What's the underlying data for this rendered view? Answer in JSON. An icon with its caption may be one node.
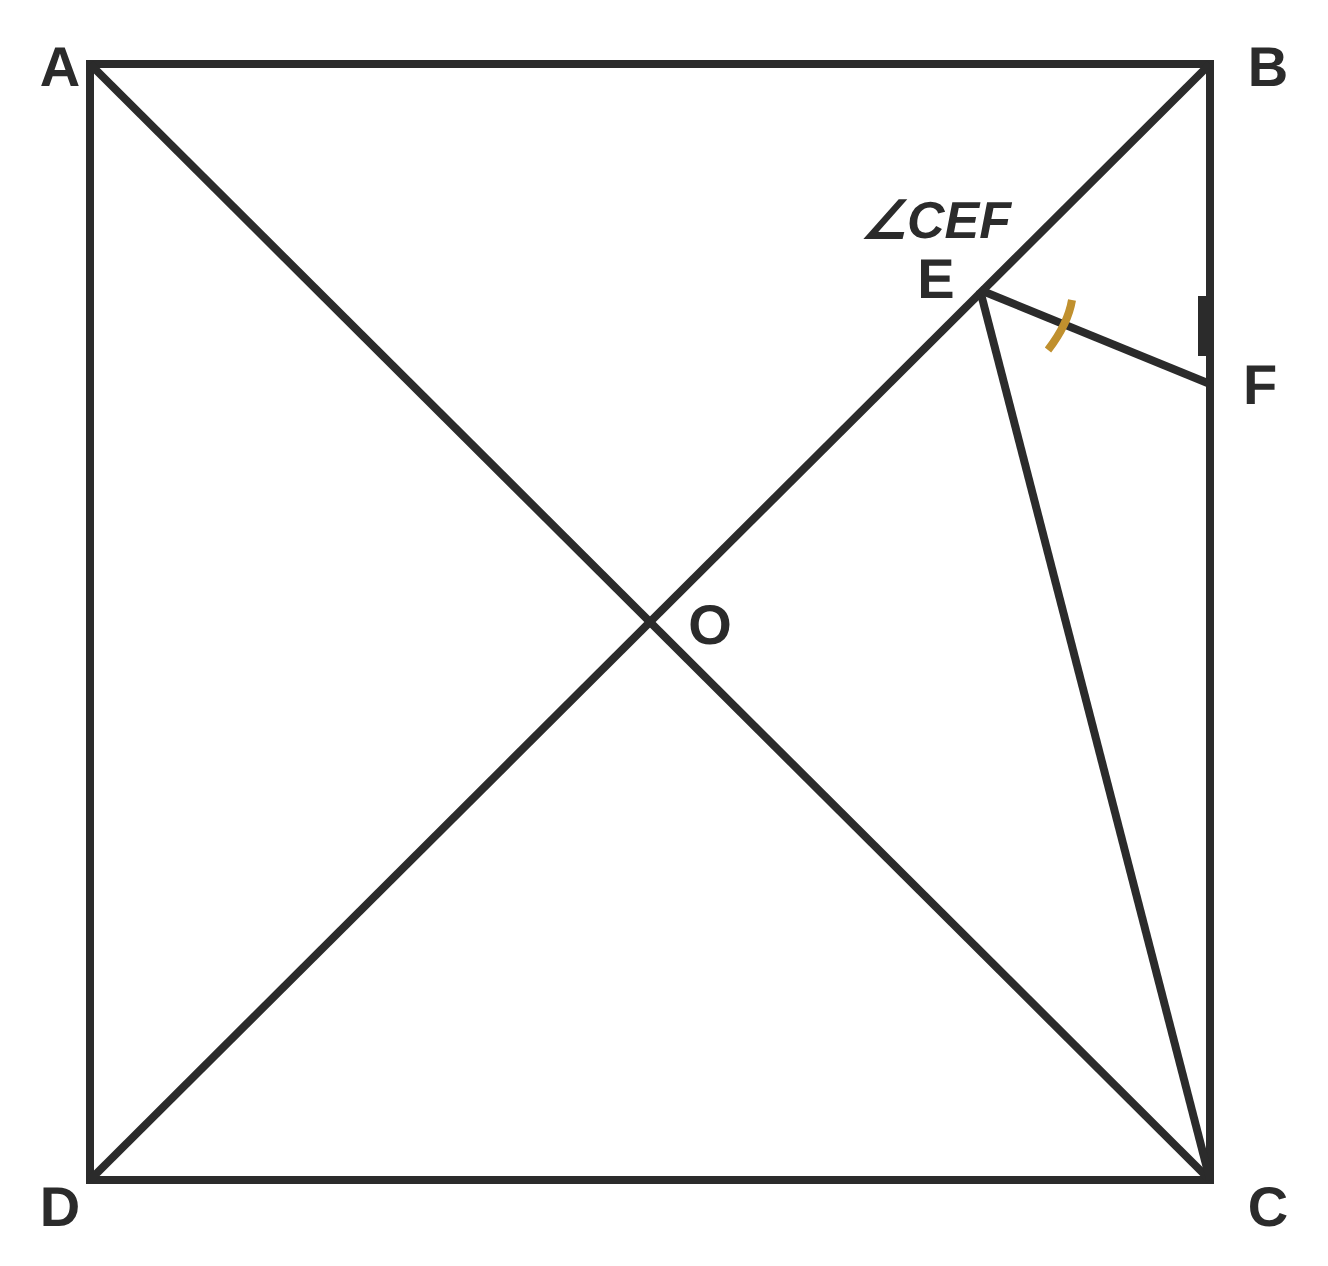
{
  "diagram": {
    "labels": [
      "A",
      "B",
      "∠CEF",
      "E",
      "F",
      "O",
      "D",
      "C"
    ]
  }
}
